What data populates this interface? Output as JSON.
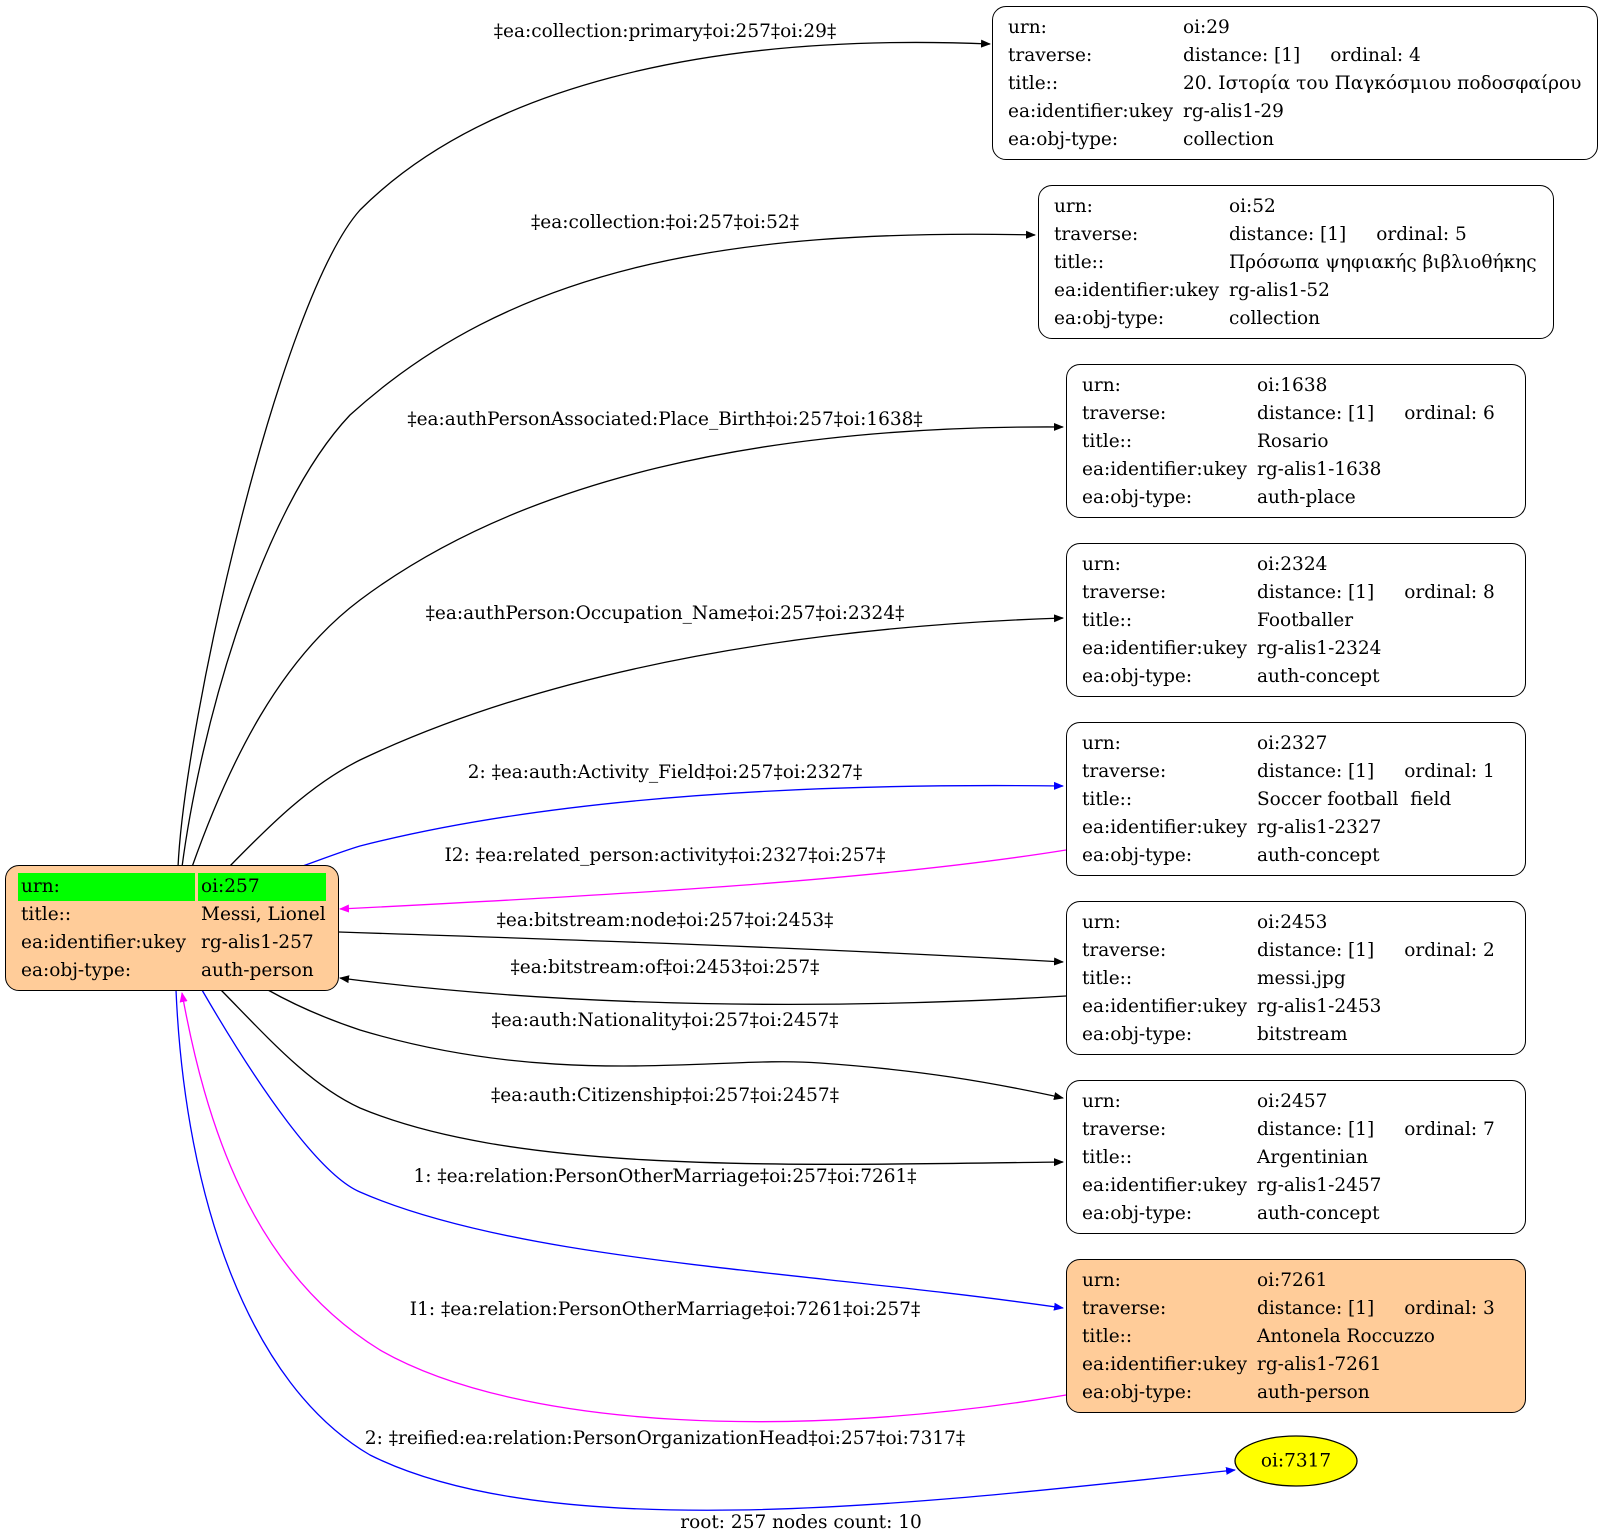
{
  "root": {
    "rows": [
      {
        "key": "urn:",
        "value": "oi:257"
      },
      {
        "key": "title::",
        "value": "Messi, Lionel"
      },
      {
        "key": "ea:identifier:ukey",
        "value": "rg-alis1-257"
      },
      {
        "key": "ea:obj-type:",
        "value": "auth-person"
      }
    ],
    "highlight_color": "#00ff00",
    "fill_color": "#ffcc99"
  },
  "nodes": [
    {
      "urn_key": "urn:",
      "urn": "oi:29",
      "traverse_key": "traverse:",
      "distance": "distance: [1]",
      "ordinal": "ordinal: 4",
      "title_key": "title::",
      "title": "20. Ιστορία του Παγκόσμιου ποδοσφαίρου",
      "ukey_key": "ea:identifier:ukey",
      "ukey": "rg-alis1-29",
      "type_key": "ea:obj-type:",
      "type": "collection"
    },
    {
      "urn_key": "urn:",
      "urn": "oi:52",
      "traverse_key": "traverse:",
      "distance": "distance: [1]",
      "ordinal": "ordinal: 5",
      "title_key": "title::",
      "title": "Πρόσωπα ψηφιακής βιβλιοθήκης",
      "ukey_key": "ea:identifier:ukey",
      "ukey": "rg-alis1-52",
      "type_key": "ea:obj-type:",
      "type": "collection"
    },
    {
      "urn_key": "urn:",
      "urn": "oi:1638",
      "traverse_key": "traverse:",
      "distance": "distance: [1]",
      "ordinal": "ordinal: 6",
      "title_key": "title::",
      "title": "Rosario",
      "ukey_key": "ea:identifier:ukey",
      "ukey": "rg-alis1-1638",
      "type_key": "ea:obj-type:",
      "type": "auth-place"
    },
    {
      "urn_key": "urn:",
      "urn": "oi:2324",
      "traverse_key": "traverse:",
      "distance": "distance: [1]",
      "ordinal": "ordinal: 8",
      "title_key": "title::",
      "title": "Footballer",
      "ukey_key": "ea:identifier:ukey",
      "ukey": "rg-alis1-2324",
      "type_key": "ea:obj-type:",
      "type": "auth-concept"
    },
    {
      "urn_key": "urn:",
      "urn": "oi:2327",
      "traverse_key": "traverse:",
      "distance": "distance: [1]",
      "ordinal": "ordinal: 1",
      "title_key": "title::",
      "title": "Soccer football  field",
      "ukey_key": "ea:identifier:ukey",
      "ukey": "rg-alis1-2327",
      "type_key": "ea:obj-type:",
      "type": "auth-concept"
    },
    {
      "urn_key": "urn:",
      "urn": "oi:2453",
      "traverse_key": "traverse:",
      "distance": "distance: [1]",
      "ordinal": "ordinal: 2",
      "title_key": "title::",
      "title": "messi.jpg",
      "ukey_key": "ea:identifier:ukey",
      "ukey": "rg-alis1-2453",
      "type_key": "ea:obj-type:",
      "type": "bitstream"
    },
    {
      "urn_key": "urn:",
      "urn": "oi:2457",
      "traverse_key": "traverse:",
      "distance": "distance: [1]",
      "ordinal": "ordinal: 7",
      "title_key": "title::",
      "title": "Argentinian",
      "ukey_key": "ea:identifier:ukey",
      "ukey": "rg-alis1-2457",
      "type_key": "ea:obj-type:",
      "type": "auth-concept"
    },
    {
      "urn_key": "urn:",
      "urn": "oi:7261",
      "traverse_key": "traverse:",
      "distance": "distance: [1]",
      "ordinal": "ordinal: 3",
      "title_key": "title::",
      "title": "Antonela Roccuzzo",
      "ukey_key": "ea:identifier:ukey",
      "ukey": "rg-alis1-7261",
      "type_key": "ea:obj-type:",
      "type": "auth-person"
    }
  ],
  "ellipse": {
    "label": "oi:7317",
    "color": "#ffff00"
  },
  "edges": [
    {
      "label": "‡ea:collection:primary‡oi:257‡oi:29‡",
      "color": "#000000"
    },
    {
      "label": "‡ea:collection:‡oi:257‡oi:52‡",
      "color": "#000000"
    },
    {
      "label": "‡ea:authPersonAssociated:Place_Birth‡oi:257‡oi:1638‡",
      "color": "#000000"
    },
    {
      "label": "‡ea:authPerson:Occupation_Name‡oi:257‡oi:2324‡",
      "color": "#000000"
    },
    {
      "label": "2: ‡ea:auth:Activity_Field‡oi:257‡oi:2327‡",
      "color": "#0000ff"
    },
    {
      "label": "I2: ‡ea:related_person:activity‡oi:2327‡oi:257‡",
      "color": "#ff00ff"
    },
    {
      "label": "‡ea:bitstream:node‡oi:257‡oi:2453‡",
      "color": "#000000"
    },
    {
      "label": "‡ea:bitstream:of‡oi:2453‡oi:257‡",
      "color": "#000000"
    },
    {
      "label": "‡ea:auth:Nationality‡oi:257‡oi:2457‡",
      "color": "#000000"
    },
    {
      "label": "‡ea:auth:Citizenship‡oi:257‡oi:2457‡",
      "color": "#000000"
    },
    {
      "label": "1: ‡ea:relation:PersonOtherMarriage‡oi:257‡oi:7261‡",
      "color": "#0000ff"
    },
    {
      "label": "I1: ‡ea:relation:PersonOtherMarriage‡oi:7261‡oi:257‡",
      "color": "#ff00ff"
    },
    {
      "label": "2: ‡reified:ea:relation:PersonOrganizationHead‡oi:257‡oi:7317‡",
      "color": "#0000ff"
    }
  ],
  "footer": "root: 257 nodes count: 10"
}
